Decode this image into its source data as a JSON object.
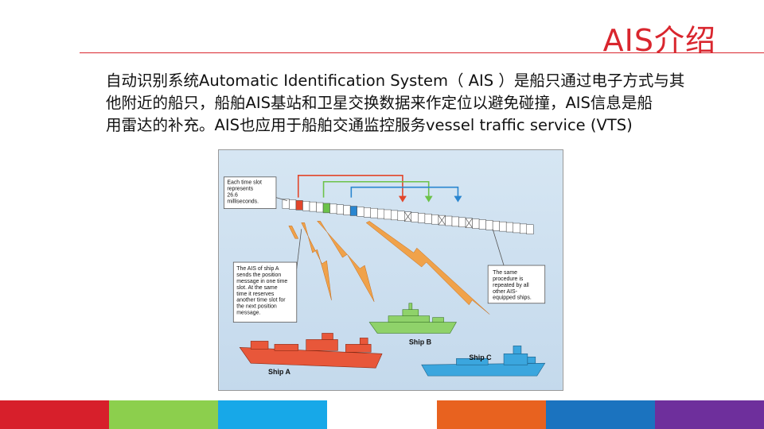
{
  "slide": {
    "title": "AIS介绍",
    "paragraph_lines": [
      "自动识别系统Automatic Identification System（ AIS ）是船只通过电子方式与其",
      "他附近的船只，船舶AIS基站和卫星交换数据来作定位以避免碰撞，AIS信息是船",
      "用雷达的补充。AIS也应用于船舶交通监控服务vessel traffic service (VTS)"
    ]
  },
  "diagram": {
    "callout_slot_lines": [
      "Each time slot",
      "represents",
      "26.6",
      "milliseconds."
    ],
    "callout_shipa_lines": [
      "The AIS of ship A",
      "sends the position",
      "message in one time",
      "slot. At the same",
      "time it reserves",
      "another time slot for",
      "the next position",
      "message."
    ],
    "callout_same_lines": [
      "The same",
      "procedure is",
      "repeated by all",
      "other AIS-",
      "equipped ships."
    ],
    "ship_a_label": "Ship A",
    "ship_b_label": "Ship B",
    "ship_c_label": "Ship C",
    "colors": {
      "ship_a": "#e8573a",
      "ship_b": "#8fd26a",
      "ship_c": "#3ba6de",
      "slot_red": "#e2462b",
      "slot_green": "#6cc24a",
      "slot_blue": "#2a86d0",
      "bolt": "#f0a24a"
    }
  },
  "footer": {
    "colors": [
      "#d71f2b",
      "#8ccf4d",
      "#17a8e8",
      "#ffffff",
      "#e8621f",
      "#1b73bf",
      "#6e2f9c"
    ]
  }
}
